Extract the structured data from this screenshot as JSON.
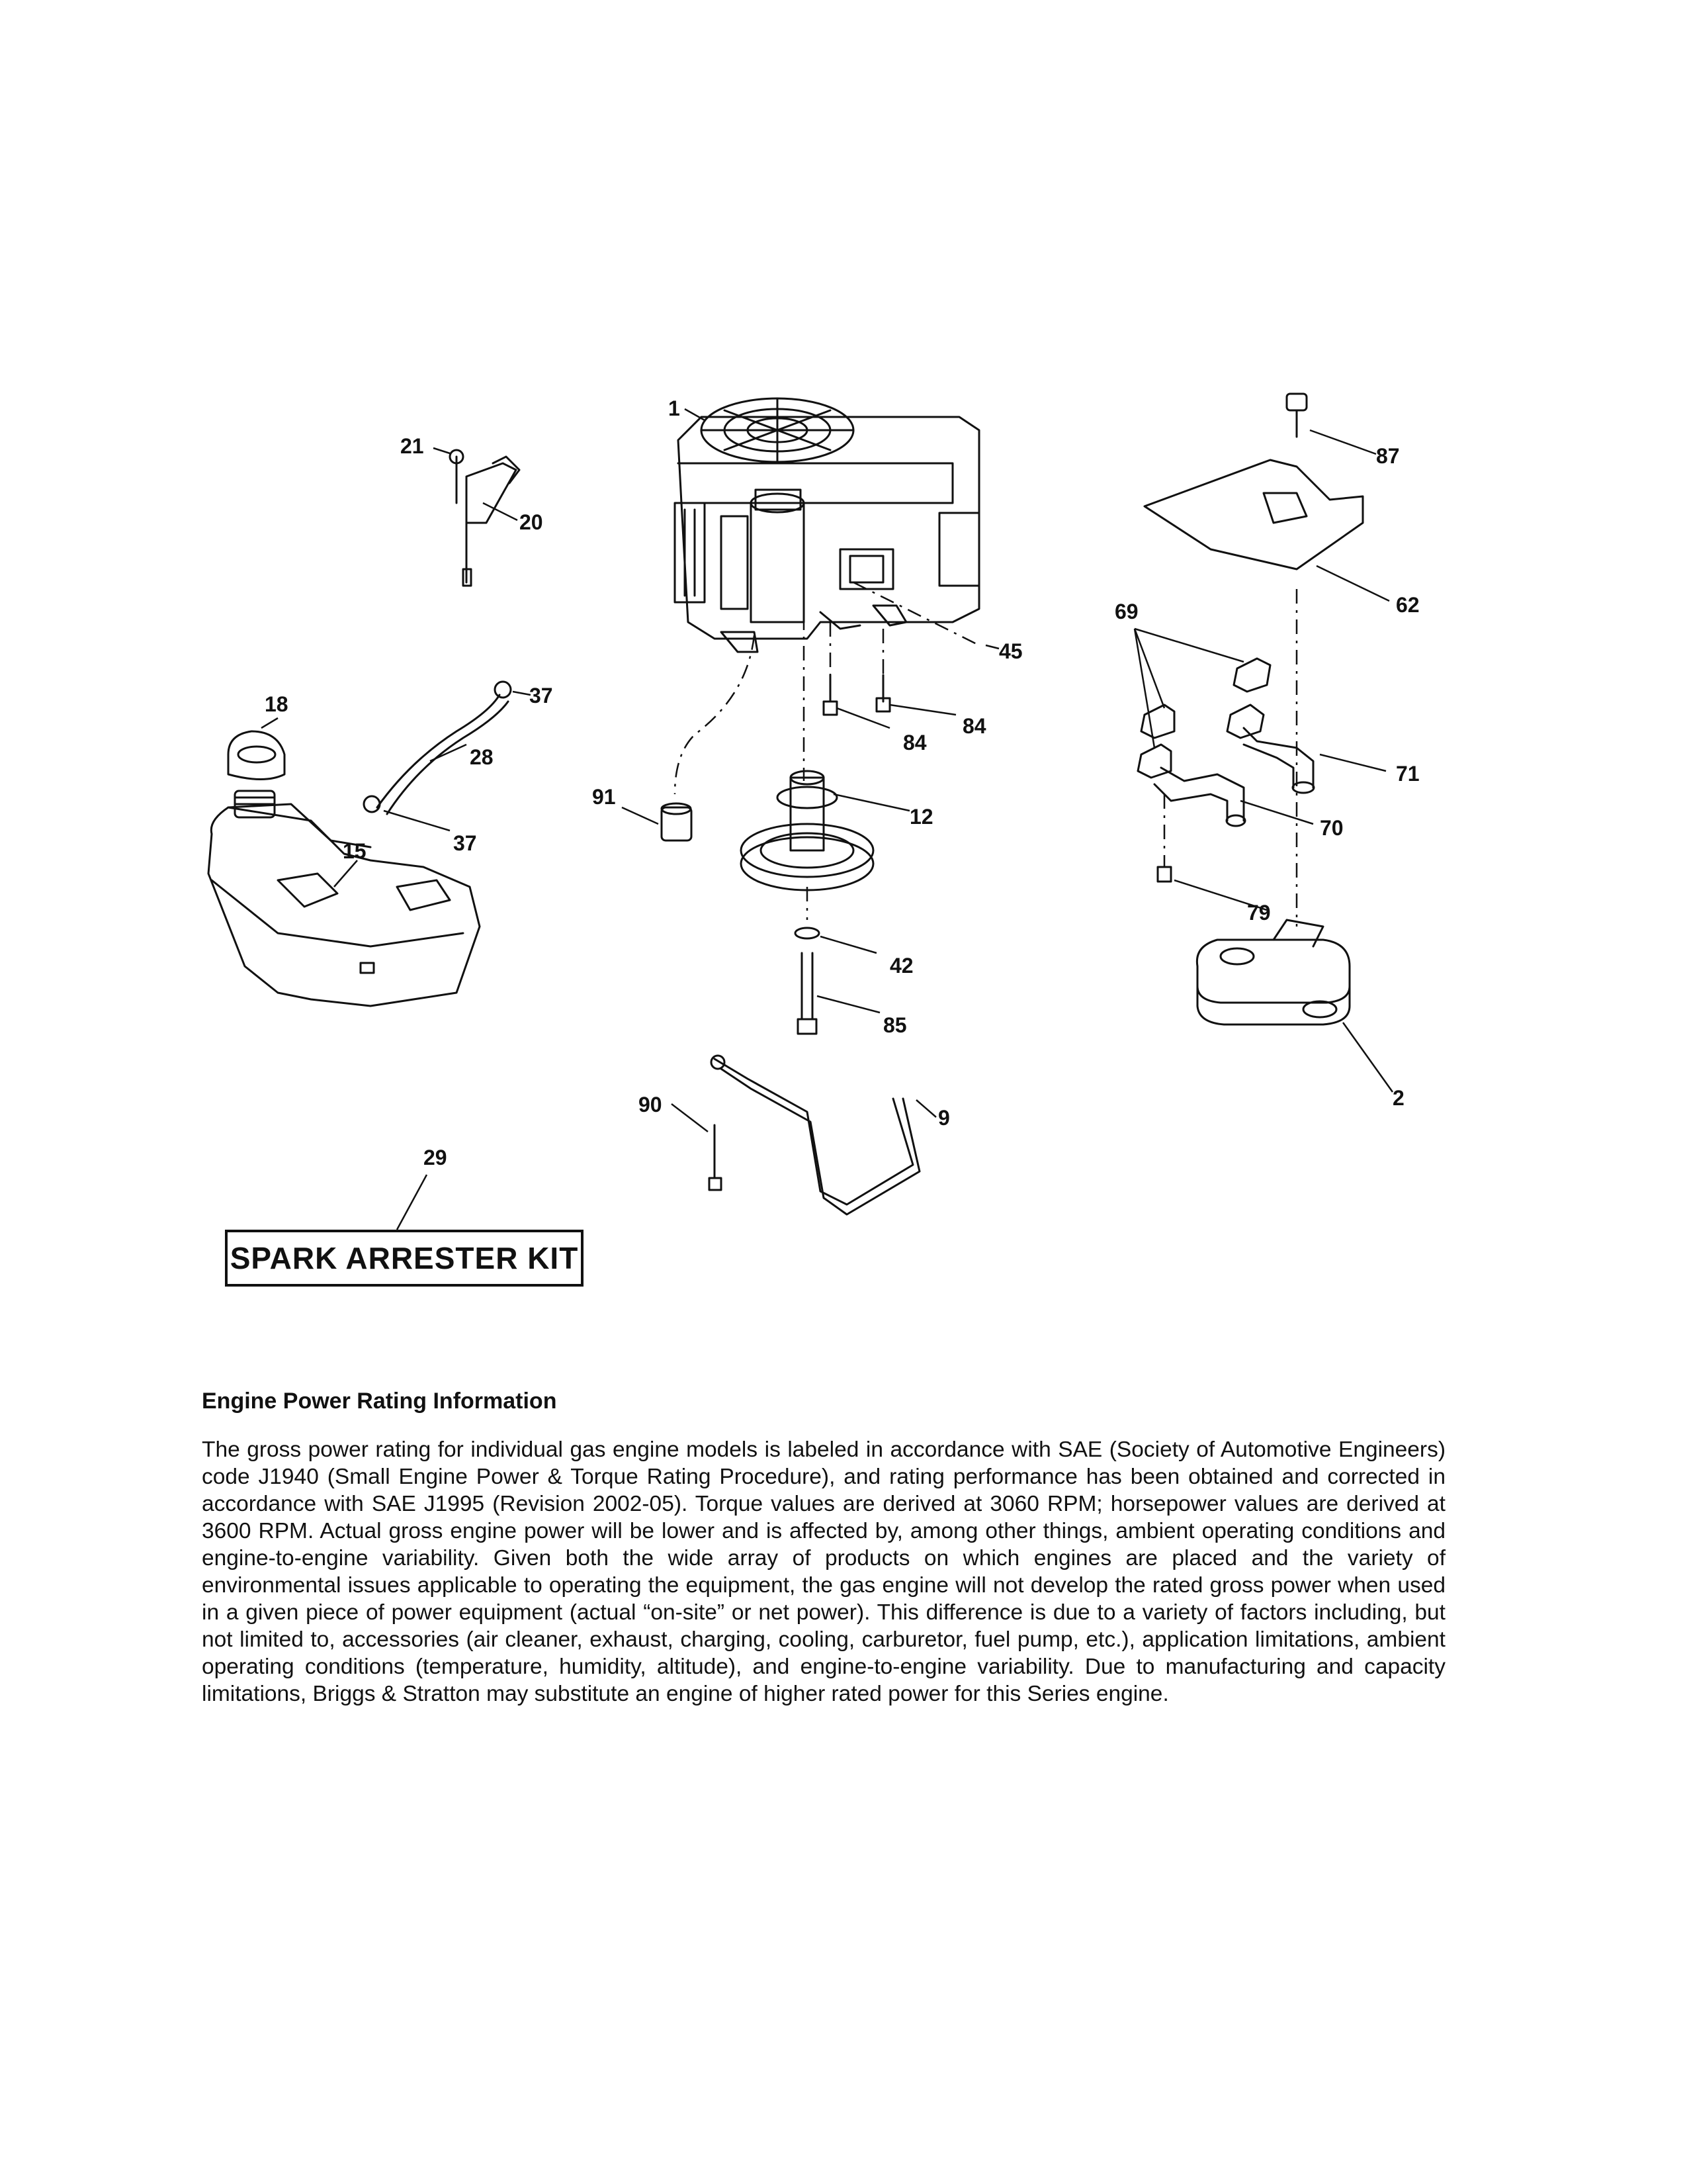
{
  "callouts": {
    "c1": "1",
    "c2": "2",
    "c9": "9",
    "c12": "12",
    "c15": "15",
    "c18": "18",
    "c20": "20",
    "c21": "21",
    "c28": "28",
    "c29": "29",
    "c37a": "37",
    "c37b": "37",
    "c42": "42",
    "c45": "45",
    "c62": "62",
    "c69": "69",
    "c70": "70",
    "c71": "71",
    "c79": "79",
    "c84a": "84",
    "c84b": "84",
    "c85": "85",
    "c87": "87",
    "c90": "90",
    "c91": "91"
  },
  "kit": {
    "label": "SPARK ARRESTER KIT"
  },
  "info": {
    "title": "Engine Power Rating Information",
    "body": "The gross power rating for individual gas engine models is labeled in accordance with SAE (Society of Automotive Engineers) code J1940 (Small Engine Power & Torque Rating Procedure), and rating performance has been obtained and corrected in accordance with SAE J1995 (Revision 2002-05). Torque values are derived at 3060 RPM; horsepower values are derived at 3600 RPM. Actual gross engine power will be lower and is affected by, among other things, ambient operating conditions and engine-to-engine variability. Given both the wide array of products on which engines are placed and the variety of environmental issues applicable to operating the equipment, the gas engine will not develop the rated gross power when used in a given piece of power equipment (actual “on-site” or net power). This difference is due to a variety of factors including, but not limited to, accessories (air cleaner, exhaust, charging, cooling, carburetor, fuel pump, etc.), application limitations, ambient operating conditions (temperature, humidity, altitude), and engine-to-engine variability. Due to manufacturing and capacity limitations, Briggs & Stratton may substitute an engine of higher rated power for this Series engine."
  }
}
